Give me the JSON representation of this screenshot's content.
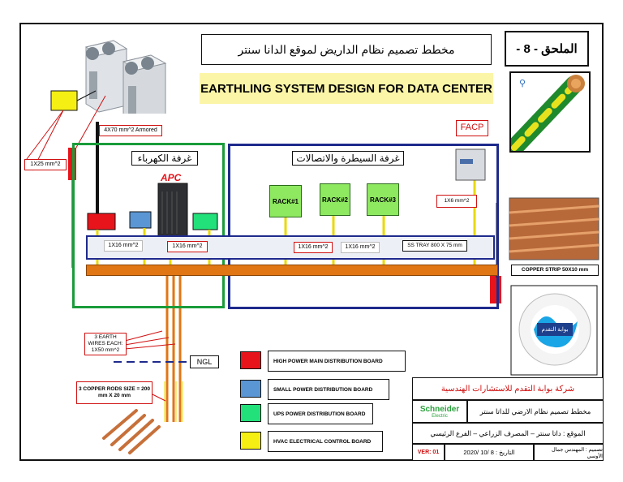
{
  "header": {
    "title_ar": "مخطط تصميم نظام الداريض لموقع الدانا سنتر",
    "annex": "الملحق - 8 -",
    "title_en": "EARTHLING SYSTEM DESIGN FOR DATA CENTER"
  },
  "labels": {
    "cable_armored": "4X70 mm^2 Armored",
    "cable_hvac": "1X25 mm^2",
    "facp": "FACP",
    "cable_facp": "1X6 mm^2",
    "copper_strip": "COPPER STRIP 50X10 mm",
    "tray_labels": [
      "1X16 mm^2",
      "1X16 mm^2",
      "1X16 mm^2",
      "1X16 mm^2",
      "SS TRAY 800 X 75 mm"
    ],
    "earth_wires": "3 EARTH WIRES EACH: 1X50 mm^2",
    "ngl": "NGL",
    "copper_rods": "3 COPPER RODS SIZE = 200 mm X 20 mm"
  },
  "rooms": {
    "electrical": "غرفة الكهرباء",
    "control": "غرفة السيطرة والاتصالات",
    "apc_logo": "APC"
  },
  "racks": [
    "RACK#1",
    "RACK#2",
    "RACK#3"
  ],
  "legend": [
    {
      "label": "HIGH POWER MAIN DISTRIBUTION BOARD",
      "color": "#e8141b"
    },
    {
      "label": "SMALL POWER DISTRIBUTION BOARD",
      "color": "#5a96d4"
    },
    {
      "label": "UPS POWER DISTRIBUTION BOARD",
      "color": "#22e07a"
    },
    {
      "label": "HVAC ELECTRICAL CONTROL BOARD",
      "color": "#f5ef14"
    }
  ],
  "title_block": {
    "company": "شركة بوابة التقدم للاستشارات الهندسية",
    "brand": "Schneider",
    "brand_sub": "Electric",
    "drawing": "مخطط تصميم نظام الارضي للداتا سنتر",
    "location": "الموقع : داتا سنتر – المصرف الزراعي – الفرع الرئيسي",
    "designer": "تصميم : المهندس جمال الأوسي",
    "date": "2020/ 10/ 8",
    "date_label": "التاريخ :",
    "version": "VER: 01"
  },
  "logo": {
    "text": "بوابة التقدم"
  },
  "colors": {
    "green_room": "#1a9c3a",
    "blue_room": "#1e2a8c",
    "busbar": "#e07614",
    "red": "#e8141b"
  }
}
